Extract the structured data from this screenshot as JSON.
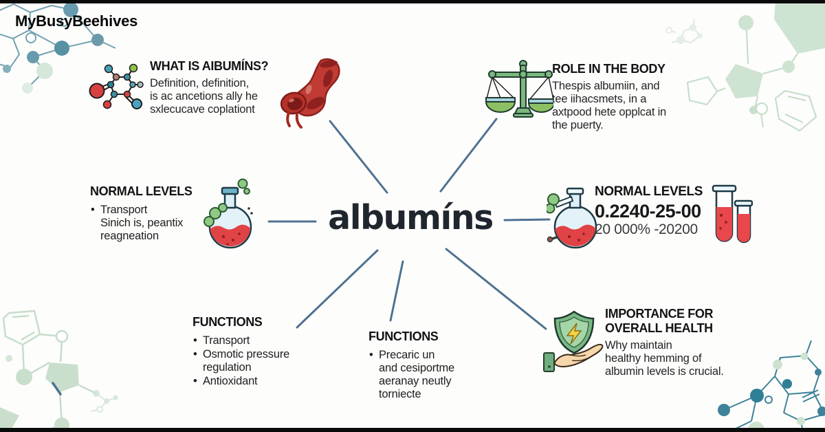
{
  "brand": "MyBusyBeehives",
  "center": {
    "title": "albumíns"
  },
  "nodes": {
    "what_is": {
      "title": "WHAT IS AIBUMÍNS?",
      "body": "Definition, definition,\nis ac ancetions ally he\nsxlecucave coplationt",
      "icon": "molecule-icon"
    },
    "role_in_body": {
      "title": "ROLE IN THE BODY",
      "body": "Thespis albumiin, and\ntee iihacsmets, in a\naxtpood hete opplcat in\nthe puerty.",
      "icon": "balance-scale-icon"
    },
    "normal_levels_left": {
      "title": "NORMAL LEVELS",
      "bullets": [
        "Transport\nSinich is, peantix\nreagneation"
      ],
      "icon": "round-flask-icon"
    },
    "normal_levels_right": {
      "title": "NORMAL LEVELS",
      "value": "0.2240-25-00",
      "range": "20 000% -20200",
      "icons": [
        "round-flask-icon",
        "test-tubes-icon"
      ]
    },
    "functions_left": {
      "title": "FUNCTIONS",
      "bullets": [
        "Transport",
        "Osmotic pressure\nregulation",
        "Antioxidant"
      ]
    },
    "functions_center": {
      "title": "FUNCTIONS",
      "bullets": [
        "Precaric un\nand cesiportme\naeranay neutly\ntorniecte"
      ]
    },
    "importance": {
      "title": "IMPORTANCE FOR\nOVERALL HEALTH",
      "body": "Why maintain\nhealthy hemming of\nalbumin levels is crucial.",
      "icon": "shield-hand-icon"
    }
  },
  "palette": {
    "connector_line": "#4e7290",
    "title_text": "#20262e",
    "heading_text": "#131313",
    "body_text": "#242424",
    "teal_decoration": "#4d8ba0",
    "pale_green_decoration": "#cfe3d2",
    "red_liquid": "#e04345",
    "organ_red": "#bf3b33",
    "scale_green": "#7db87f",
    "pan_blue": "#a8d4e4",
    "shield_green": "#79b884",
    "lightning_yellow": "#f2d43d",
    "hand_peach": "#f6d7ac",
    "edge_bar_black": "#0a0a0a"
  }
}
